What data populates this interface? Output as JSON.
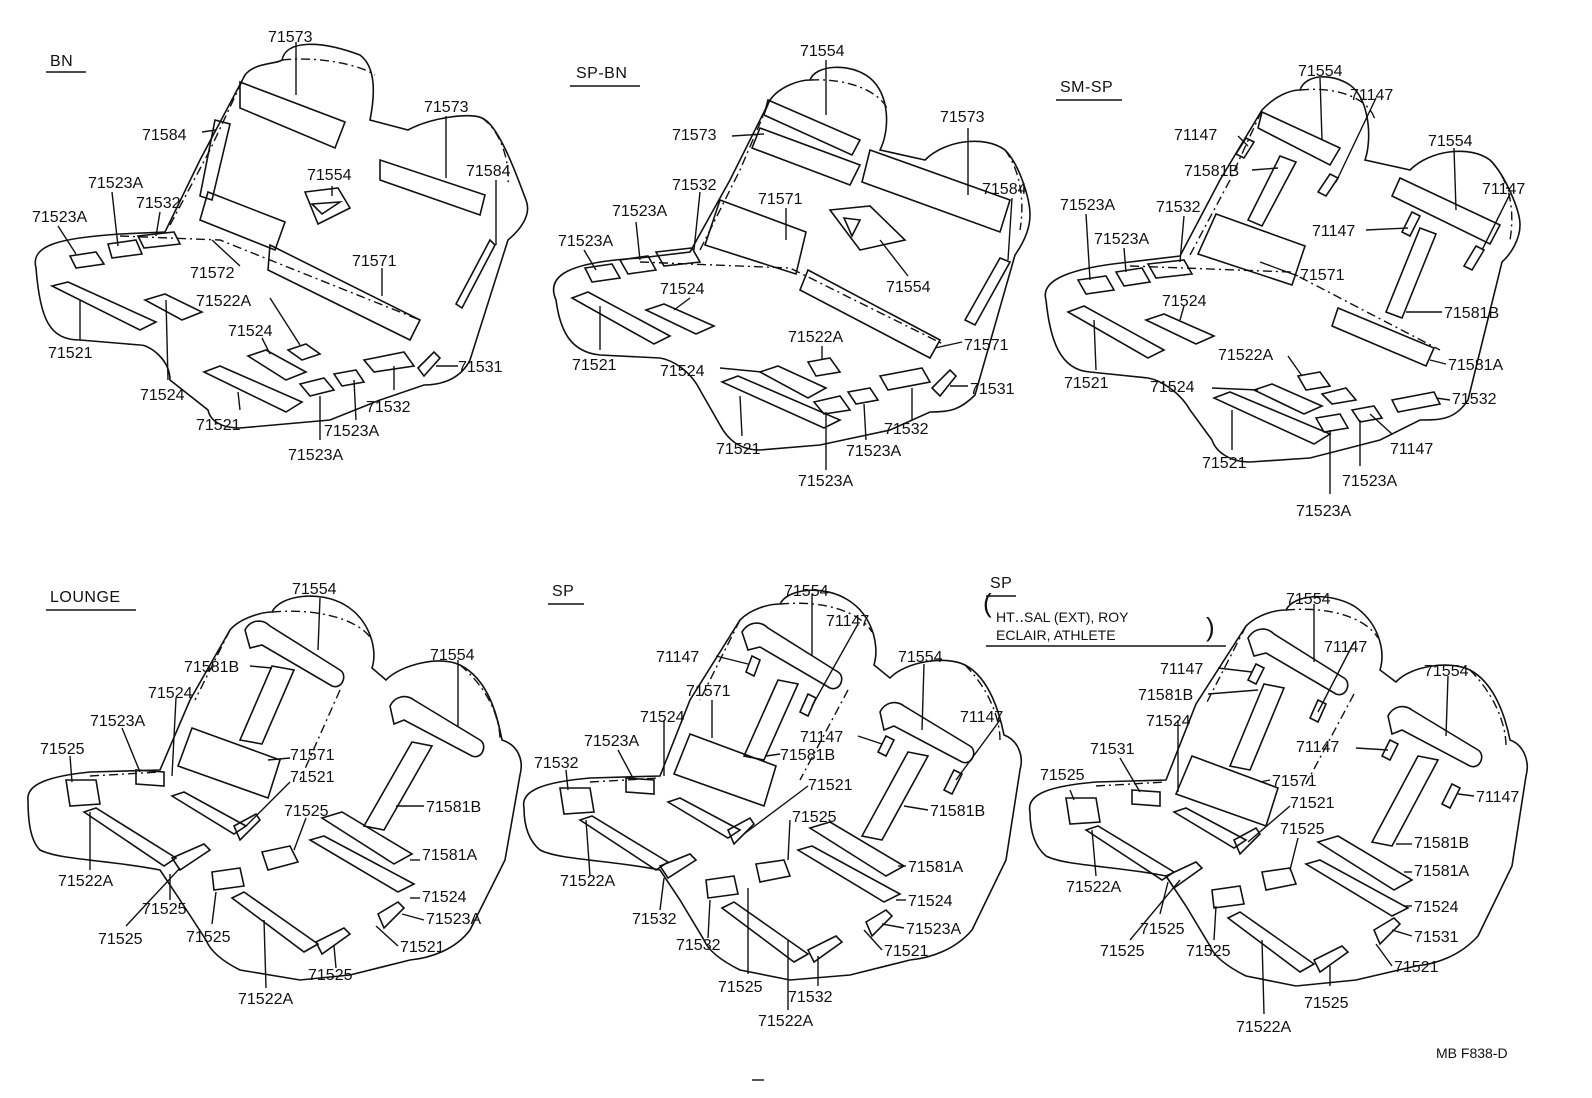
{
  "footer_code": "MB  F838-D",
  "panels": [
    {
      "title": "BN",
      "labels": [
        "71573",
        "71573",
        "71584",
        "71584",
        "71554",
        "71523A",
        "71532",
        "71523A",
        "71572",
        "71571",
        "71522A",
        "71524",
        "71521",
        "71524",
        "71531",
        "71521",
        "71532",
        "71523A",
        "71523A"
      ]
    },
    {
      "title": "SP-BN",
      "labels": [
        "71554",
        "71573",
        "71573",
        "71532",
        "71571",
        "71584",
        "71523A",
        "71523A",
        "71554",
        "71524",
        "71522A",
        "71571",
        "71521",
        "71524",
        "71531",
        "71532",
        "71521",
        "71523A",
        "71523A"
      ]
    },
    {
      "title": "SM-SP",
      "labels": [
        "71554",
        "71147",
        "71147",
        "71581B",
        "71554",
        "71147",
        "71523A",
        "71532",
        "71147",
        "71523A",
        "71571",
        "71524",
        "71581B",
        "71522A",
        "71521",
        "71581A",
        "71524",
        "71532",
        "71147",
        "71521",
        "71523A",
        "71523A"
      ]
    },
    {
      "title": "LOUNGE",
      "labels": [
        "71554",
        "71554",
        "71581B",
        "71524",
        "71523A",
        "71571",
        "71525",
        "71521",
        "71581B",
        "71525",
        "71581A",
        "71522A",
        "71524",
        "71525",
        "71523A",
        "71525",
        "71525",
        "71521",
        "71525",
        "71522A"
      ]
    },
    {
      "title": "SP",
      "labels": [
        "71554",
        "71147",
        "71147",
        "71554",
        "71571",
        "71147",
        "71147",
        "71524",
        "71523A",
        "71532",
        "71581B",
        "71521",
        "71581B",
        "71525",
        "71522A",
        "71581A",
        "71524",
        "71532",
        "71523A",
        "71532",
        "71521",
        "71525",
        "71532",
        "71522A"
      ]
    },
    {
      "title": "SP",
      "note_line1": "HT‥SAL (EXT), ROY",
      "note_line2": "ECLAIR, ATHLETE",
      "labels": [
        "71554",
        "71147",
        "71147",
        "71554",
        "71581B",
        "71524",
        "71147",
        "71531",
        "71571",
        "71525",
        "71147",
        "71521",
        "71525",
        "71581B",
        "71581A",
        "71522A",
        "71524",
        "71525",
        "71525",
        "71531",
        "71525",
        "71521",
        "71525",
        "71522A"
      ]
    }
  ]
}
